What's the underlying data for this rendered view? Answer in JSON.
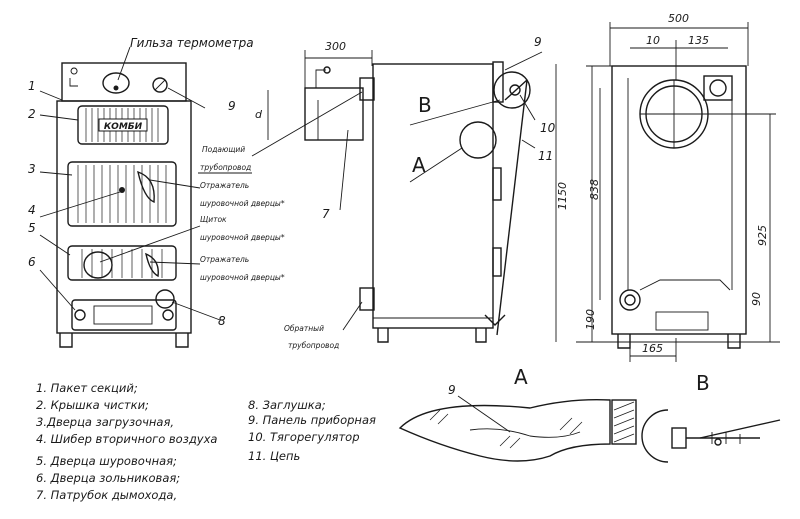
{
  "front_view": {
    "callouts": [
      "1",
      "2",
      "3",
      "4",
      "5",
      "6",
      "7",
      "8",
      "9"
    ],
    "brand": "КОМБИ",
    "thermometer_label": "Гильза термометра",
    "notes": {
      "supply_1": "Подающий",
      "supply_2": "трубопровод",
      "reflector1_1": "Отражатель",
      "reflector1_2": "шуровочной дверцы*",
      "shield_1": "Щиток",
      "shield_2": "шуровочной дверцы*",
      "reflector2_1": "Отражатель",
      "reflector2_2": "шуровочной дверцы*",
      "return_1": "Обратный",
      "return_2": "трубопровод"
    }
  },
  "side_view": {
    "dim_300": "300",
    "dim_d": "d",
    "dim_1150": "1150",
    "callout_9": "9",
    "callout_10": "10",
    "callout_11": "11",
    "callout_7": "7",
    "label_A": "A",
    "label_B": "B"
  },
  "rear_view": {
    "dim_500": "500",
    "dim_10": "10",
    "dim_135": "135",
    "dim_838": "838",
    "dim_925": "925",
    "dim_190": "190",
    "dim_90": "90",
    "dim_165": "165"
  },
  "details": {
    "label_A": "A",
    "label_B": "B",
    "callout_9": "9"
  },
  "legend": {
    "col1": [
      "1. Пакет секций;",
      "2. Крышка чистки;",
      "3.Дверца загрузочная,",
      "4. Шибер вторичного воздуха",
      "5. Дверца шуровочная;",
      "6. Дверца зольниковая;",
      "7. Патрубок дымохода,"
    ],
    "col2": [
      "8. Заглушка;",
      "9. Панель приборная",
      "10. Тягорегулятор",
      "11. Цепь"
    ]
  }
}
